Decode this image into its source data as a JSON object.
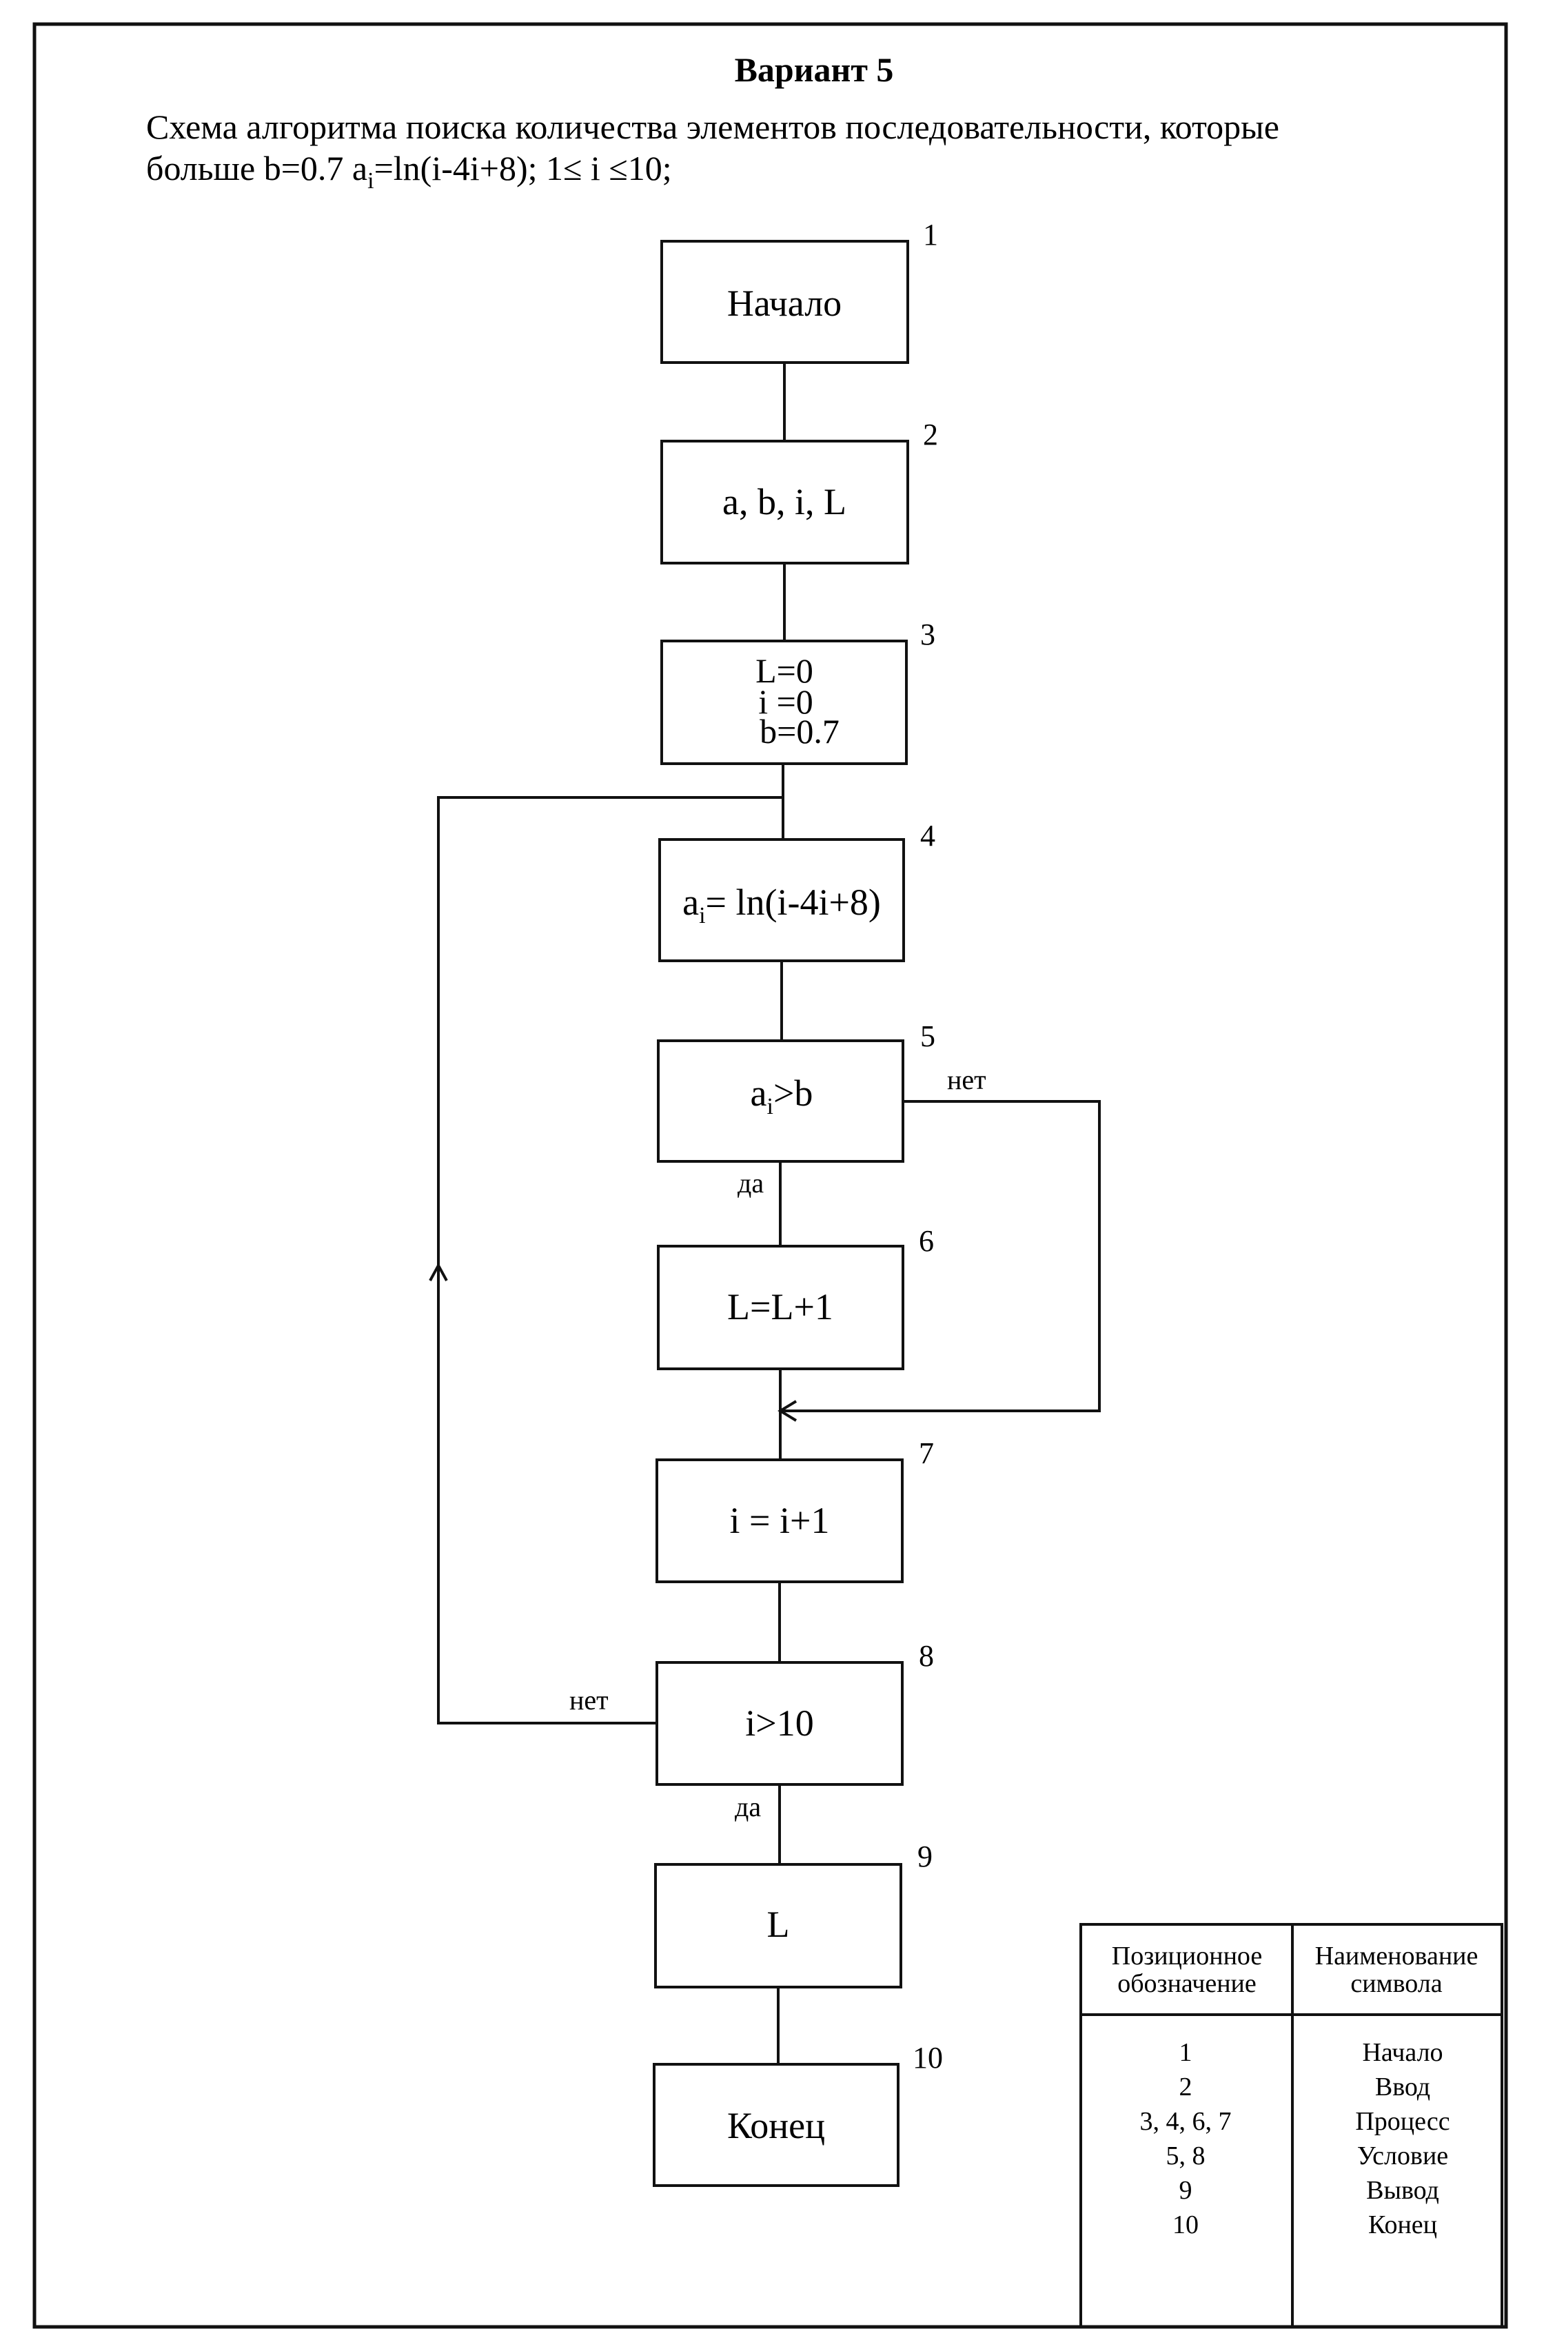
{
  "title": "Вариант 5",
  "subtitle": {
    "line1": "Схема алгоритма поиска количества элементов последовательности, которые",
    "line2_prefix": "больше  b=0.7   a",
    "line2_sub": "i",
    "line2_suffix": "=ln(i-4i+8); 1≤ i ≤10;"
  },
  "blocks": {
    "b1": {
      "number": "1",
      "label": "Начало"
    },
    "b2": {
      "number": "2",
      "label": "a, b, i, L"
    },
    "b3": {
      "number": "3",
      "line1": "L=0",
      "line2": "i =0",
      "line3": "b=0.7"
    },
    "b4": {
      "number": "4",
      "prefix": "a",
      "sub": "i",
      "suffix": "= ln(i-4i+8)"
    },
    "b5": {
      "number": "5",
      "prefix": "a",
      "sub": "i",
      "suffix": ">b"
    },
    "b6": {
      "number": "6",
      "label": "L=L+1"
    },
    "b7": {
      "number": "7",
      "label": "i = i+1"
    },
    "b8": {
      "number": "8",
      "label": "i>10"
    },
    "b9": {
      "number": "9",
      "label": "L"
    },
    "b10": {
      "number": "10",
      "label": "Конец"
    }
  },
  "edges": {
    "b5_no": "нет",
    "b5_yes": "да",
    "b8_no": "нет",
    "b8_yes": "да"
  },
  "legend": {
    "header_col1_line1": "Позиционное",
    "header_col1_line2": "обозначение",
    "header_col2_line1": "Наименование",
    "header_col2_line2": "символа",
    "rows": [
      {
        "pos": "1",
        "name": "Начало"
      },
      {
        "pos": "2",
        "name": "Ввод"
      },
      {
        "pos": "3, 4, 6, 7",
        "name": "Процесс"
      },
      {
        "pos": "5, 8",
        "name": "Условие"
      },
      {
        "pos": "9",
        "name": "Вывод"
      },
      {
        "pos": "10",
        "name": "Конец"
      }
    ]
  }
}
